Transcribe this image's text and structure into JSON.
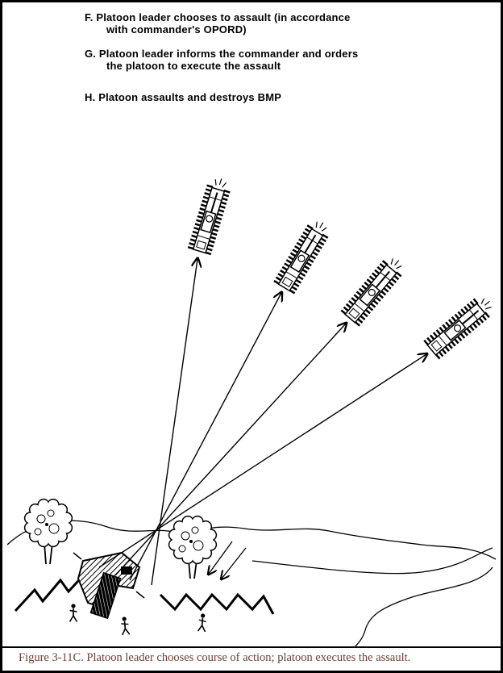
{
  "colors": {
    "ink": "#000000",
    "caption": "#6d4037"
  },
  "annotations": [
    {
      "line1": "F. Platoon leader chooses to assault (in accordance",
      "line2": "with commander's OPORD)"
    },
    {
      "line1": "G. Platoon leader informs the commander and orders",
      "line2": "the platoon to execute the assault"
    },
    {
      "line1": "H. Platoon assaults and destroys BMP",
      "line2": ""
    }
  ],
  "scene": {
    "vehicle_icons": [
      "bmp-vehicle-1",
      "bmp-vehicle-2",
      "bmp-vehicle-3",
      "bmp-vehicle-4"
    ],
    "assault_arrow_count": 4,
    "dismount_arrow_count": 2,
    "terrain_icons": [
      "tree",
      "tree",
      "trench-line",
      "trench-line",
      "fortified-position",
      "soldier",
      "soldier",
      "soldier",
      "contour-line",
      "road-curve"
    ]
  },
  "caption": "Figure 3-11C. Platoon leader chooses course of action; platoon executes the assault."
}
